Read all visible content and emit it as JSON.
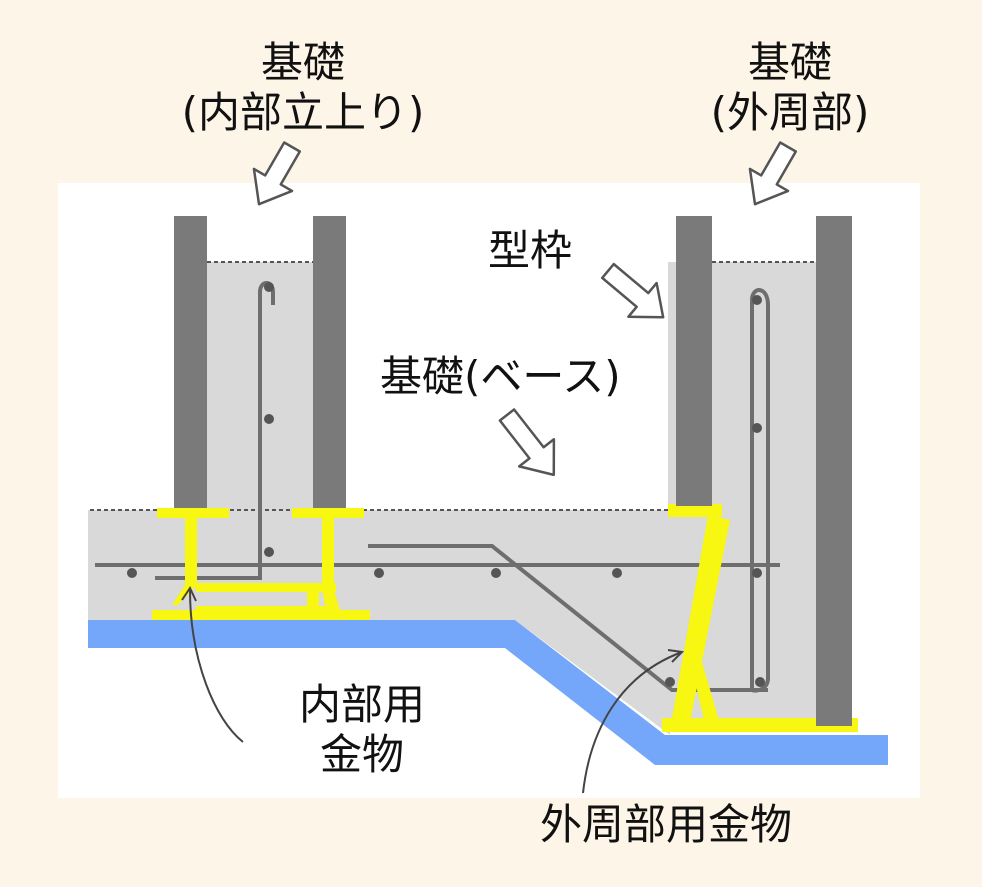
{
  "labels": {
    "inner_foundation": {
      "line1": "基礎",
      "line2": "(内部立上り)"
    },
    "outer_foundation": {
      "line1": "基礎",
      "line2": "(外周部)"
    },
    "formwork": "型枠",
    "base": "基礎(ベース)",
    "inner_bracket": {
      "line1": "内部用",
      "line2": "金物"
    },
    "outer_bracket": "外周部用金物"
  },
  "colors": {
    "background": "#fdf5e8",
    "panel": "#ffffff",
    "concrete": "#d9d9d9",
    "formwork": "#7a7a7a",
    "rebar": "#6e6e6e",
    "bracket": "#f7f711",
    "ground": "#74a7f9"
  }
}
